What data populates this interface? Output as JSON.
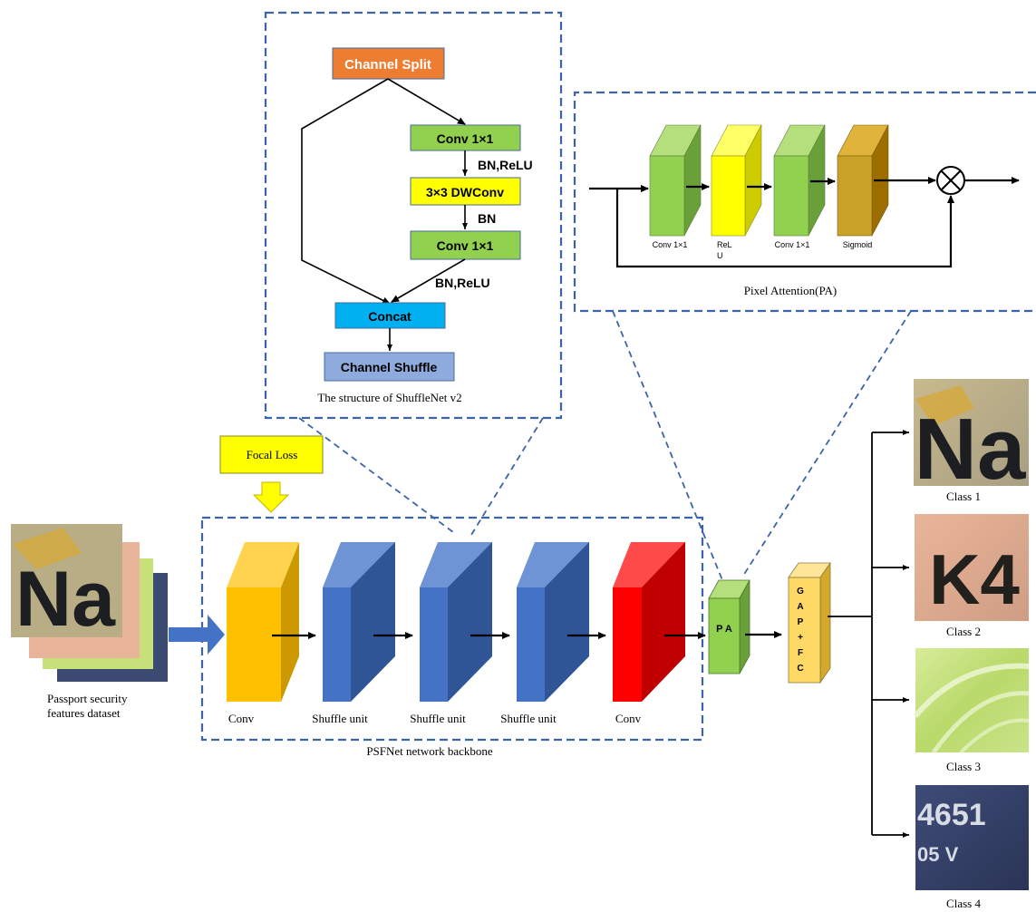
{
  "shufflenet": {
    "caption": "The structure of ShuffleNet v2",
    "channel_split": "Channel Split",
    "conv1": "Conv 1×1",
    "bn_relu_1": "BN,ReLU",
    "dwconv": "3×3 DWConv",
    "bn": "BN",
    "conv2": "Conv 1×1",
    "bn_relu_2": "BN,ReLU",
    "concat": "Concat",
    "channel_shuffle": "Channel Shuffle"
  },
  "pixel_attention": {
    "caption": "Pixel Attention(PA)",
    "conv1": "Conv 1×1",
    "relu_line1": "ReL",
    "relu_line2": "U",
    "conv2": "Conv 1×1",
    "sigmoid": "Sigmoid"
  },
  "backbone": {
    "caption": "PSFNet network backbone",
    "focal_loss": "Focal Loss",
    "conv_in": "Conv",
    "shuffle1": "Shuffle unit",
    "shuffle2": "Shuffle unit",
    "shuffle3": "Shuffle unit",
    "conv_out": "Conv"
  },
  "head": {
    "pa_label": "P A",
    "gap_letters": [
      "G",
      "A",
      "P",
      "+",
      "F",
      "C"
    ]
  },
  "dataset": {
    "line1": "Passport security",
    "line2": "features dataset",
    "thumb_text": "Na"
  },
  "classes": [
    {
      "label": "Class 1",
      "thumb_text": "Na"
    },
    {
      "label": "Class 2",
      "thumb_text": "K4"
    },
    {
      "label": "Class 3",
      "thumb_text": ""
    },
    {
      "label": "Class 4",
      "thumb_text_line1": "4651",
      "thumb_text_line2": "05 V"
    }
  ],
  "colors": {
    "dashed_border": "#3c64a6",
    "channel_split": "#ed7d31",
    "green": "#92d050",
    "yellow": "#ffff00",
    "concat": "#00b0f0",
    "channel_shuffle": "#8faadc",
    "blue_cube": "#4472c4",
    "orange_cube": "#ffc000",
    "red_cube": "#ff0000",
    "gold_cube": "#c9a227",
    "gap_cube": "#ffd966"
  }
}
